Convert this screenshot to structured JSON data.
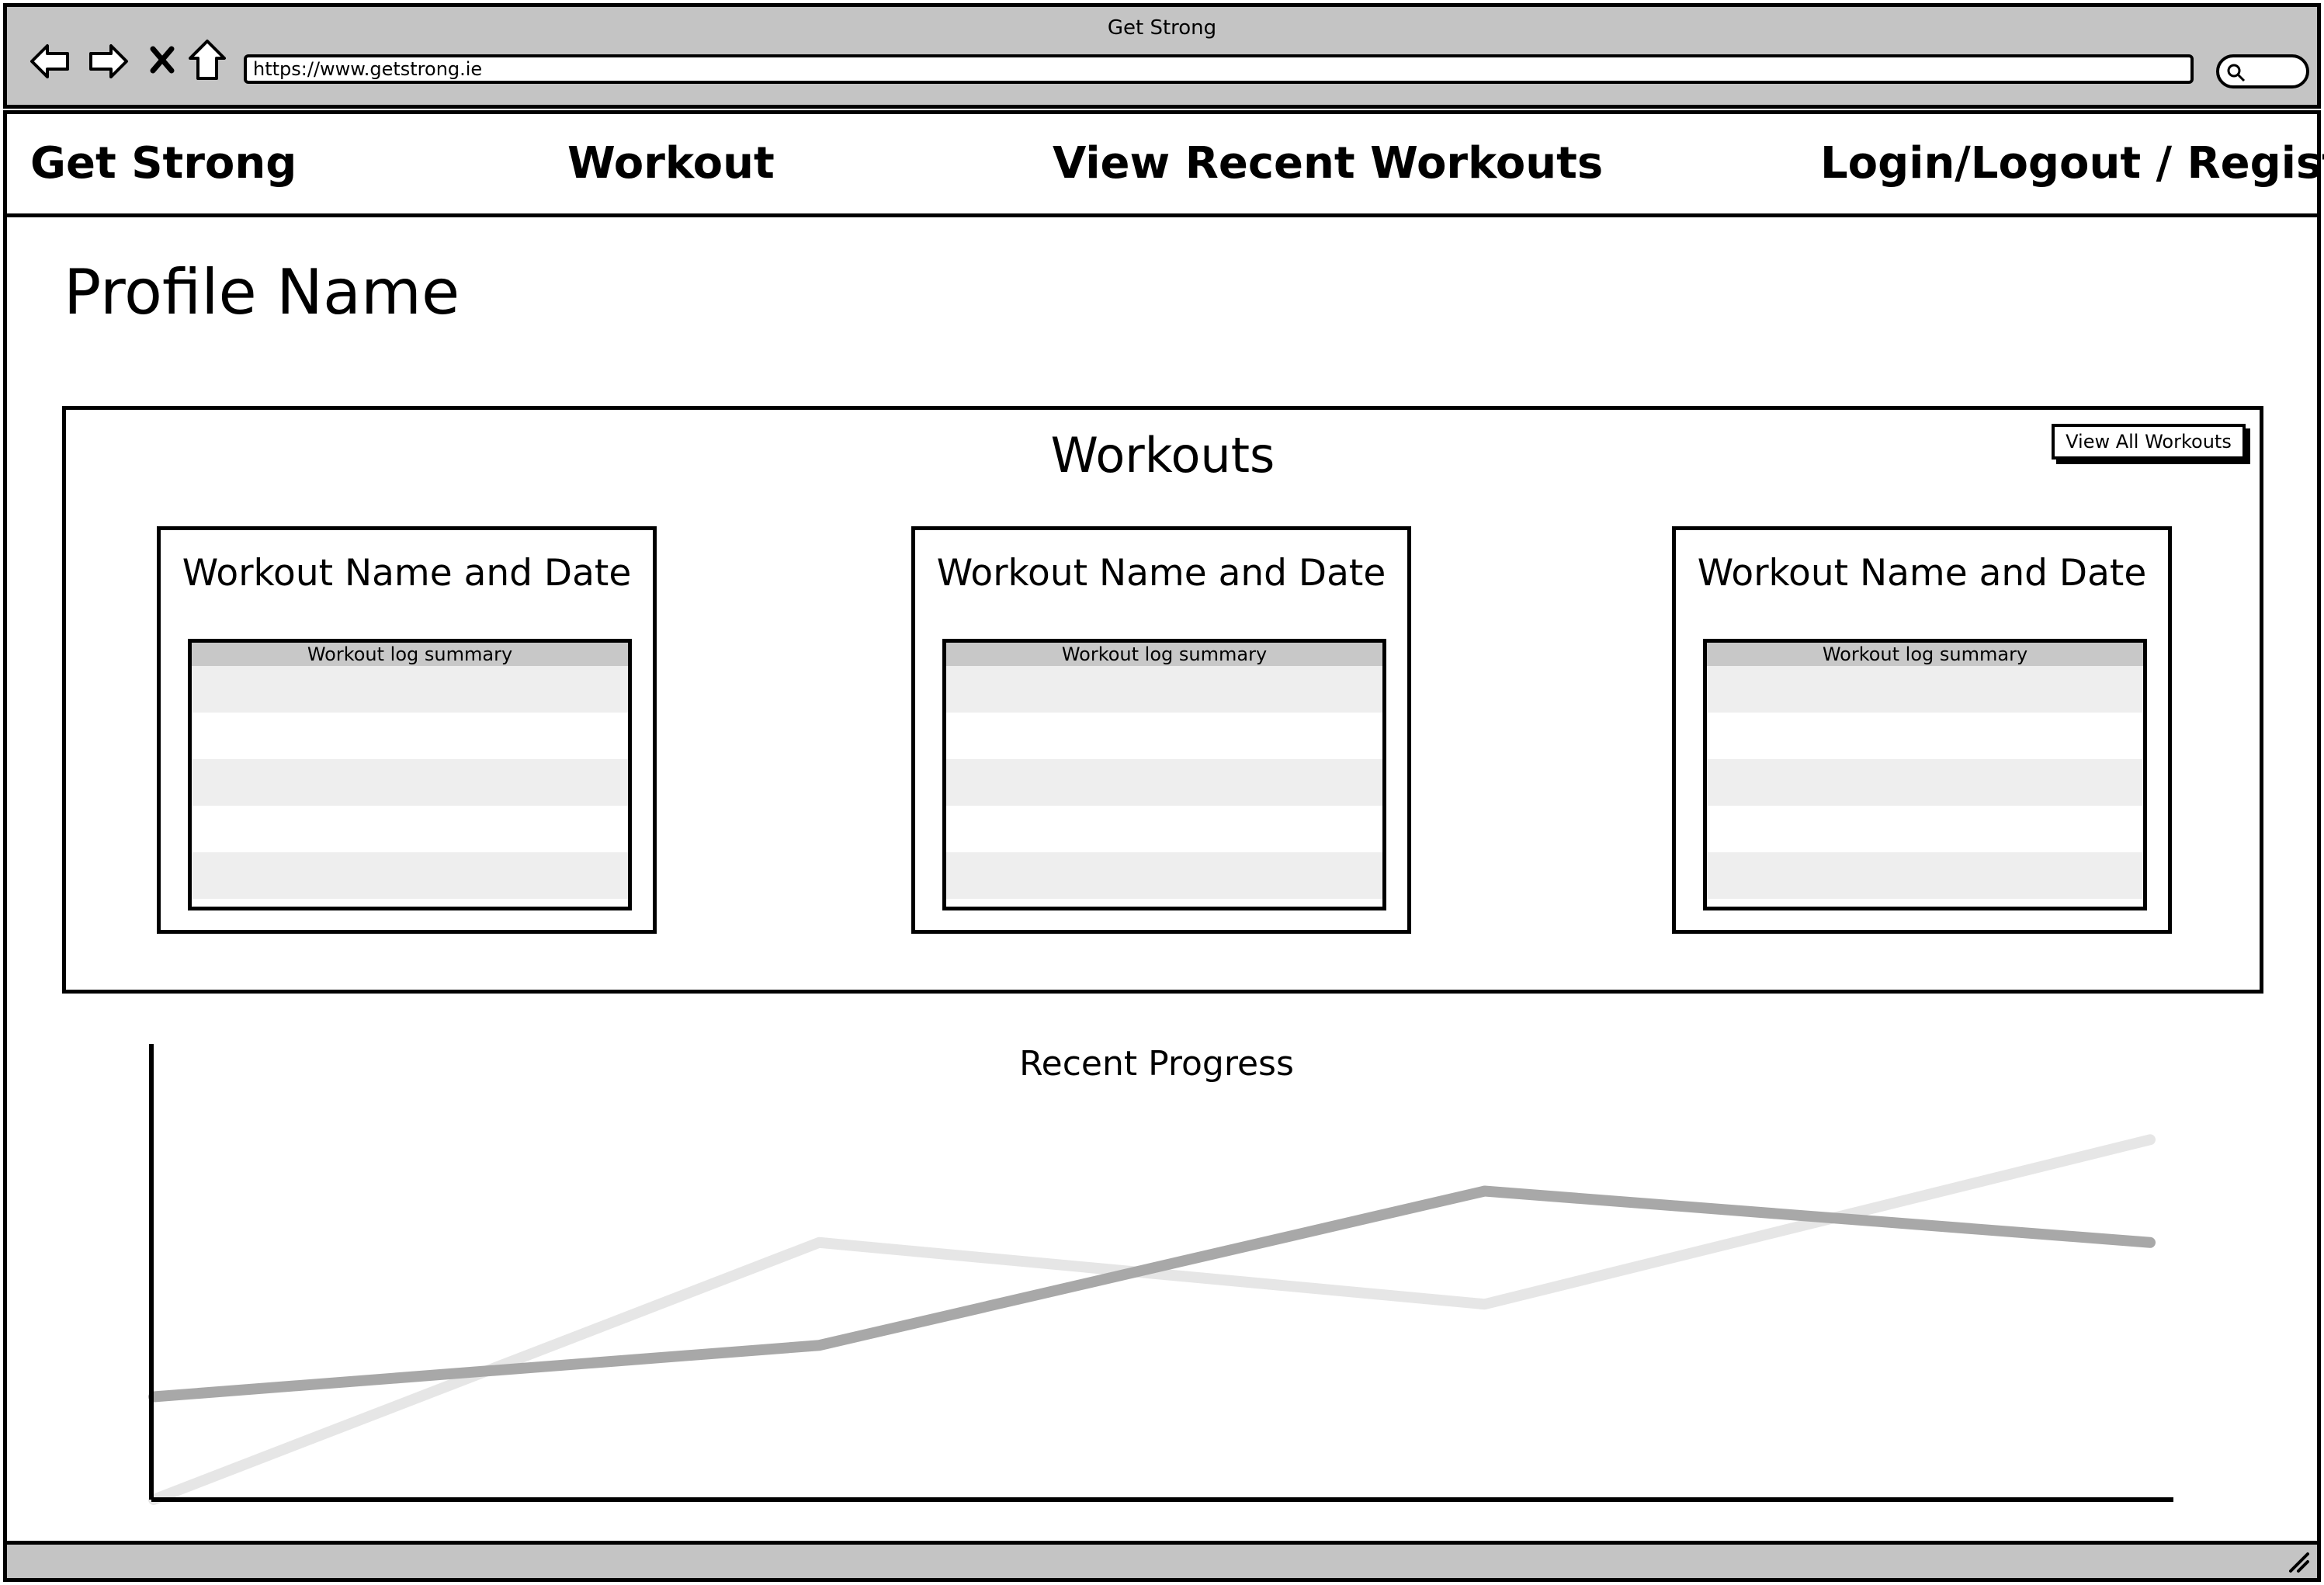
{
  "browser": {
    "window_title": "Get Strong",
    "url": "https://www.getstrong.ie",
    "icons": [
      "back-arrow-icon",
      "forward-arrow-icon",
      "close-icon",
      "home-icon",
      "search-icon",
      "resize-grip-icon"
    ]
  },
  "nav": {
    "brand": "Get Strong",
    "items": [
      {
        "label": "Workout"
      },
      {
        "label": "View Recent Workouts"
      },
      {
        "label": "Login/Logout / Register"
      }
    ]
  },
  "profile": {
    "name": "Profile Name"
  },
  "workouts": {
    "heading": "Workouts",
    "view_all_label": "View All Workouts",
    "cards": [
      {
        "title": "Workout Name and Date",
        "table_header": "Workout log summary"
      },
      {
        "title": "Workout Name and Date",
        "table_header": "Workout log summary"
      },
      {
        "title": "Workout Name and Date",
        "table_header": "Workout log summary"
      }
    ]
  },
  "chart_data": {
    "type": "line",
    "title": "Recent Progress",
    "x": [
      1,
      2,
      3,
      4
    ],
    "series": [
      {
        "values": [
          2.0,
          3.0,
          6.0,
          5.0
        ],
        "color": "#a8a8a8"
      },
      {
        "values": [
          0.0,
          5.0,
          3.8,
          7.0
        ],
        "color": "#e6e6e6"
      }
    ],
    "ylim": [
      0,
      8
    ],
    "grid": false,
    "legend": "none"
  }
}
